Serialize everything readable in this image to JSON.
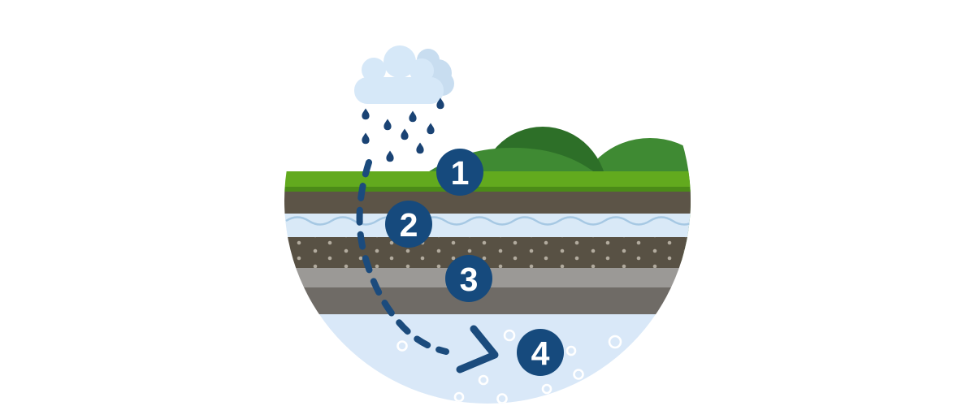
{
  "diagram": {
    "type": "groundwater-infiltration-cycle",
    "steps": [
      {
        "label": "1"
      },
      {
        "label": "2"
      },
      {
        "label": "3"
      },
      {
        "label": "4"
      }
    ]
  },
  "colors": {
    "background": "#ffffff",
    "badge": "#164a7d",
    "raindrop": "#1a4374",
    "arrow": "#1b4b7d",
    "cloud_front": "#d6e8f8",
    "cloud_back": "#c8ddf0",
    "hill_dark": "#2d6f28",
    "hill_medium": "#3f8a33",
    "grass": "#62aa1e",
    "grass_edge": "#4b8b18",
    "topsoil": "#5c5447",
    "water_table": "#d9e9f7",
    "wave_line": "#a6c8e3",
    "sediment": "#585144",
    "sediment_dot": "#b2ab9e",
    "clay_light": "#9b9996",
    "clay_dark": "#6f6b66",
    "groundwater": "#d9e8f8",
    "bubble": "#ffffff"
  }
}
